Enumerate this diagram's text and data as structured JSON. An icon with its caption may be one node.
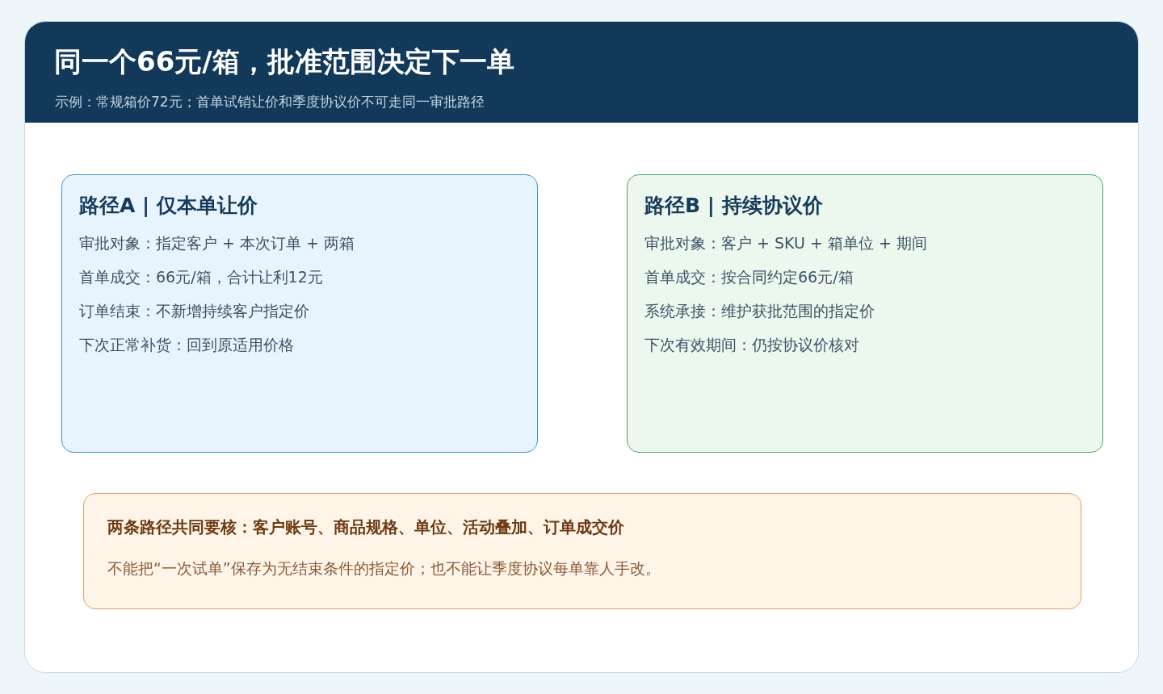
{
  "diagram": {
    "title": "同一个66元/箱，批准范围决定下一单",
    "nodes": [
      {
        "text": [
          "路径A | 仅本单让价",
          "审批对象：指定客户 + 本次订单 + 两箱",
          "首单成交：66元/箱，合计让利12元",
          "订单结束：不新增持续客户指定价",
          "下次正常补货：回到原适用价格"
        ]
      },
      {
        "text": [
          "路径B | 持续协议价",
          "审批对象：客户 + SKU + 箱单位 + 期间",
          "首单成交：按合同约定66元/箱",
          "系统承接：维护获批范围的指定价",
          "下次有效期间：仍按协议价核对"
        ]
      },
      {
        "text": [
          "两条路径共同要核：客户账号、商品规格、单位、活动叠加、订单成交价",
          "不能把“一次试单”保存为无结束条件的指定价；也不能让季度协议每单靠人手改。"
        ]
      }
    ],
    "labels": [
      "示例：常规箱价72元；首单试销让价和季度协议价不可走同一审批路径"
    ]
  }
}
